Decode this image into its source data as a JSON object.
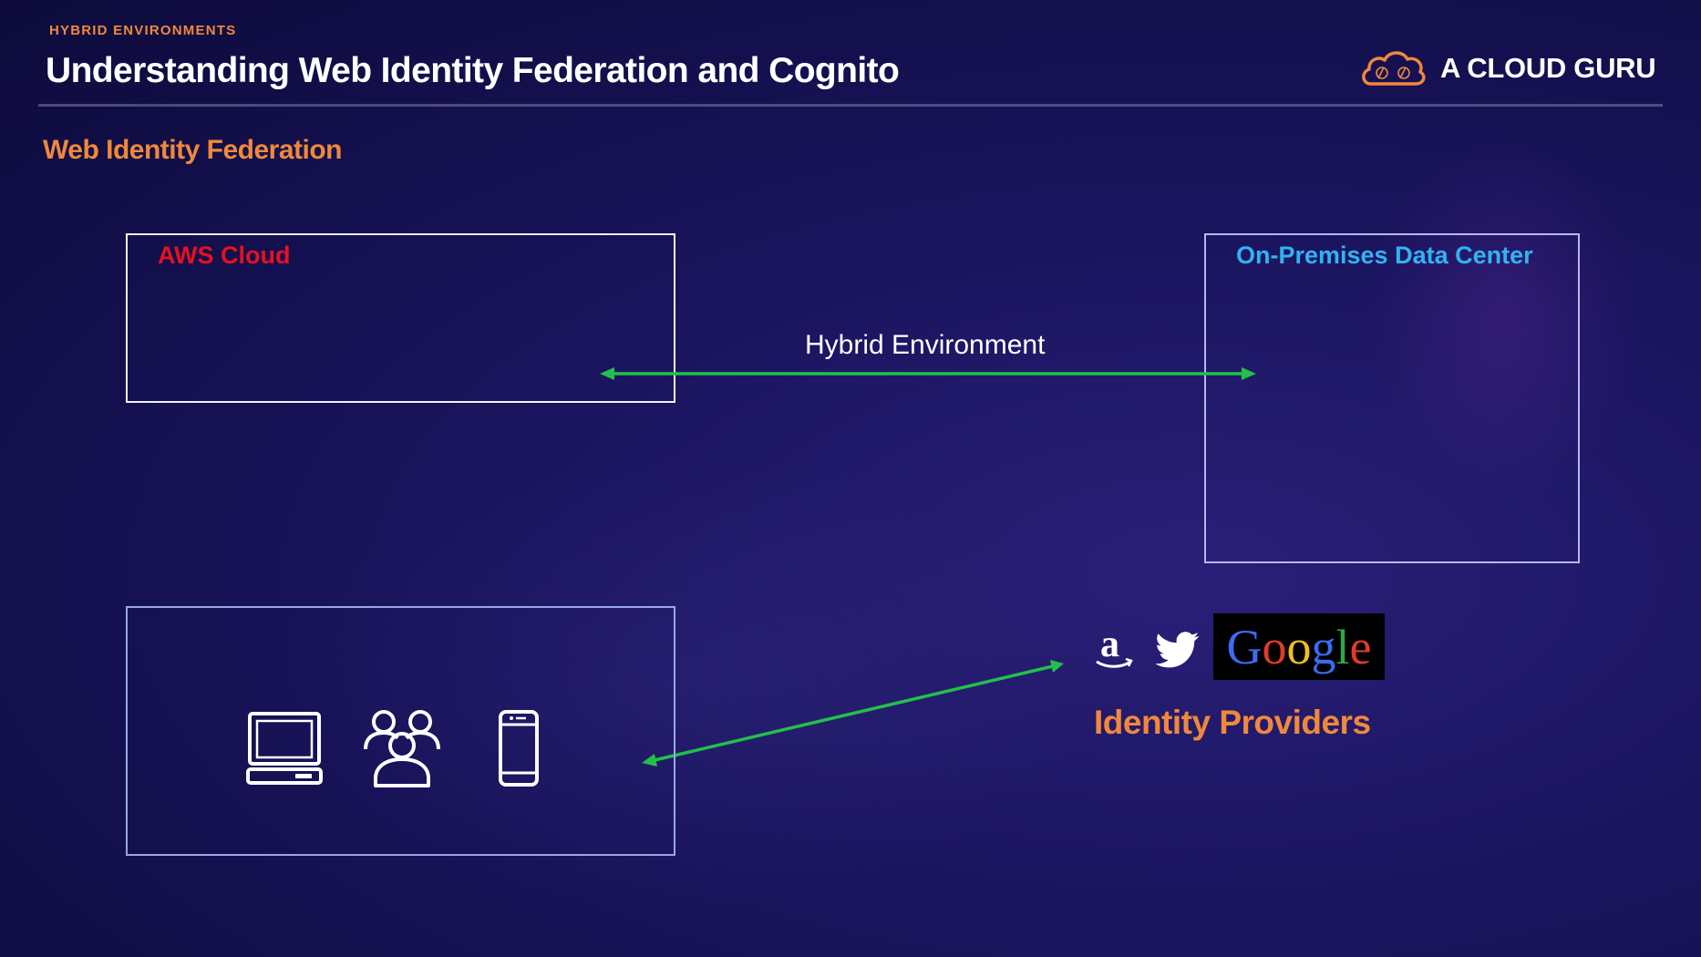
{
  "header": {
    "kicker": "HYBRID ENVIRONMENTS",
    "title": "Understanding Web Identity Federation and Cognito",
    "brand": "A CLOUD GURU",
    "brand_icon": "cloud-logo-icon"
  },
  "section_title": "Web Identity Federation",
  "diagram": {
    "aws_box": {
      "label": "AWS Cloud",
      "label_color": "#e8101f"
    },
    "onprem_box": {
      "label": "On-Premises Data Center",
      "label_color": "#30b4f0"
    },
    "hybrid_link": {
      "label": "Hybrid Environment",
      "color": "#22c04a",
      "direction": "bidirectional"
    },
    "client_box": {
      "icons": [
        "laptop-icon",
        "users-icon",
        "mobile-phone-icon"
      ]
    },
    "identity_link": {
      "color": "#22c04a",
      "direction": "bidirectional"
    },
    "identity_providers": {
      "label": "Identity Providers",
      "label_color": "#f0883c",
      "logos": [
        "amazon-logo-icon",
        "twitter-logo-icon",
        "google-logo"
      ],
      "google_letters": [
        "G",
        "o",
        "o",
        "g",
        "l",
        "e"
      ],
      "google_colors": [
        "#3b6cf0",
        "#e23a2b",
        "#f2c01e",
        "#3b6cf0",
        "#2fa84a",
        "#e23a2b"
      ]
    }
  },
  "colors": {
    "accent_orange": "#f0883c",
    "background": "#1b1560"
  }
}
